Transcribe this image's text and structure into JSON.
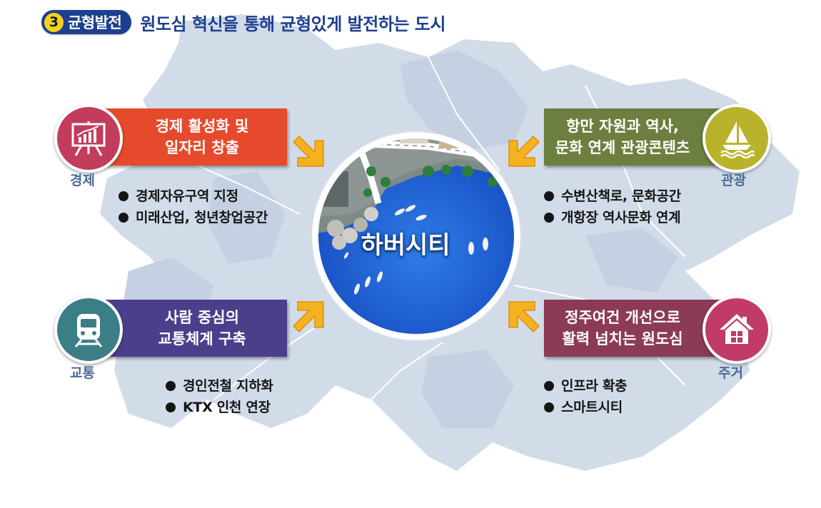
{
  "header": {
    "badge_number": "3",
    "badge_label": "균형발전",
    "title": "원도심 혁신을 통해 균형있게 발전하는 도시"
  },
  "center": {
    "label": "하버시티"
  },
  "quadrants": {
    "economy": {
      "category": "경제",
      "banner": [
        "경제 활성화 및",
        "일자리 창출"
      ],
      "bullets": [
        "경제자유구역 지정",
        "미래산업, 청년창업공간"
      ],
      "icon": "presentation-chart-icon",
      "color": "#e64a2c"
    },
    "tourism": {
      "category": "관광",
      "banner": [
        "항만 자원과 역사,",
        "문화 연계 관광콘텐츠"
      ],
      "bullets": [
        "수변산책로, 문화공간",
        "개항장 역사문화 연계"
      ],
      "icon": "sailboat-icon",
      "color": "#6c7f3e"
    },
    "transport": {
      "category": "교통",
      "banner": [
        "사람 중심의",
        "교통체계 구축"
      ],
      "bullets": [
        "경인전철 지하화",
        "KTX 인천 연장"
      ],
      "icon": "train-icon",
      "color": "#4b3f8c"
    },
    "housing": {
      "category": "주거",
      "banner": [
        "정주여건 개선으로",
        "활력 넘치는 원도심"
      ],
      "bullets": [
        "인프라 확충",
        "스마트시티"
      ],
      "icon": "house-icon",
      "color": "#8b3b56"
    }
  }
}
